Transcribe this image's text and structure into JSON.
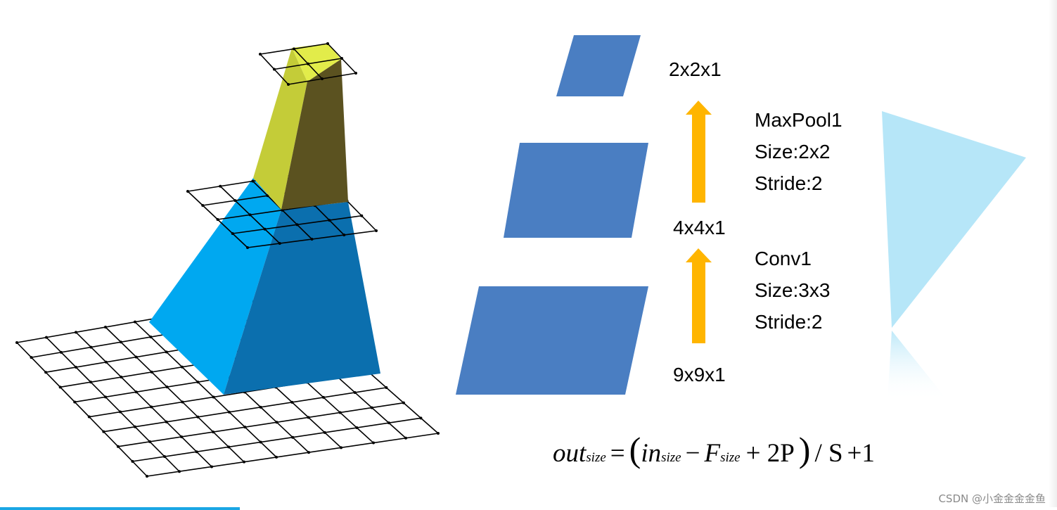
{
  "layers": [
    {
      "size_label": "2x2x1"
    },
    {
      "size_label": "4x4x1"
    },
    {
      "size_label": "9x9x1"
    }
  ],
  "ops": [
    {
      "name": "MaxPool1",
      "size": "Size:2x2",
      "stride": "Stride:2"
    },
    {
      "name": "Conv1",
      "size": "Size:3x3",
      "stride": "Stride:2"
    }
  ],
  "formula": {
    "out": "out",
    "out_sub": "size",
    "equals": "=",
    "open_paren": "(",
    "in": "in",
    "in_sub": "size",
    "minus": "−",
    "f": "F",
    "f_sub": "size",
    "plus_2p": "+ 2P",
    "close_paren": ")",
    "div_s": "/ S",
    "plus_one": "+1"
  },
  "watermark": "CSDN @小金金金金鱼",
  "progress": {
    "fraction": 0.227
  },
  "colors": {
    "layer_blue": "#4a7ec2",
    "arrow": "#ffb500",
    "pyramid_light": "#00a8f0",
    "pyramid_dark": "#0b6fae",
    "top_light": "#c4cc38",
    "top_dark": "#5b5220",
    "triangle": "#b6e6f8"
  }
}
